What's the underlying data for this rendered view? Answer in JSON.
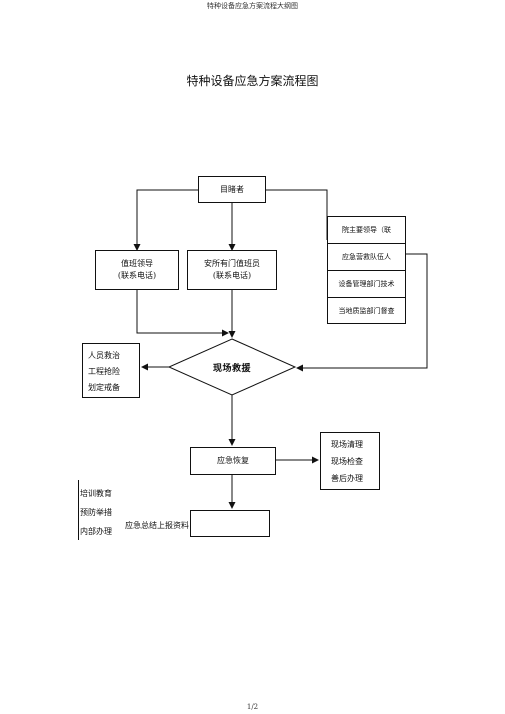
{
  "page": {
    "header": "特种设备应急方案流程大纲图",
    "title": "特种设备应急方案流程图",
    "footer": "1/2"
  },
  "diagram": {
    "witness": "目睹者",
    "duty_leader": {
      "line1": "值班领导",
      "line2": "(联系电话)"
    },
    "security_duty": {
      "line1": "安所有门值班员",
      "line2": "(联系电话)"
    },
    "notify_list": [
      "院主要领导（联",
      "应急营救队伍人",
      "设备管理部门技术",
      "当地质监部门督查"
    ],
    "left_actions": [
      "人员救治",
      "工程抢险",
      "划定戒备"
    ],
    "center": "现场救援",
    "recovery": "应急恢复",
    "right_actions": [
      "现场清理",
      "现场检查",
      "善后办理"
    ],
    "bottom_left": [
      "培训教育",
      "预防举措",
      "内部办理"
    ],
    "bottom_box_text": "应急总结上报资料"
  }
}
